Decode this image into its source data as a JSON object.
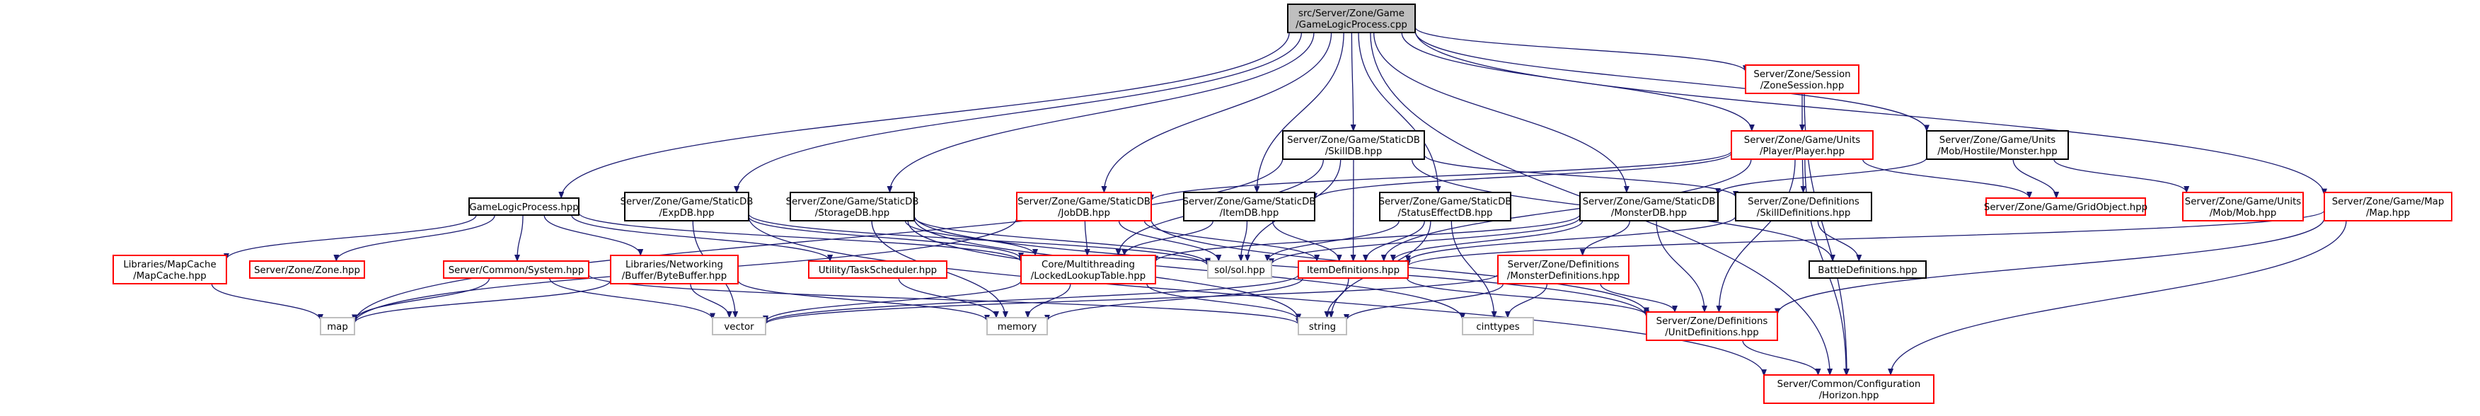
{
  "colors": {
    "edge": "#191970",
    "black_border": "#000000",
    "red_border": "#ff0000",
    "grey_border": "#bfbfbf",
    "root_fill": "#bfbfbf",
    "node_fill": "#ffffff"
  },
  "nodes": [
    {
      "id": "root",
      "lines": [
        "src/Server/Zone/Game",
        "/GameLogicProcess.cpp"
      ],
      "style": "root"
    },
    {
      "id": "glp_hpp",
      "lines": [
        "GameLogicProcess.hpp"
      ],
      "style": "black"
    },
    {
      "id": "expdb",
      "lines": [
        "Server/Zone/Game/StaticDB",
        "/ExpDB.hpp"
      ],
      "style": "black"
    },
    {
      "id": "storagedb",
      "lines": [
        "Server/Zone/Game/StaticDB",
        "/StorageDB.hpp"
      ],
      "style": "black"
    },
    {
      "id": "skilldb",
      "lines": [
        "Server/Zone/Game/StaticDB",
        "/SkillDB.hpp"
      ],
      "style": "black"
    },
    {
      "id": "zonesession",
      "lines": [
        "Server/Zone/Session",
        "/ZoneSession.hpp"
      ],
      "style": "red"
    },
    {
      "id": "player",
      "lines": [
        "Server/Zone/Game/Units",
        "/Player/Player.hpp"
      ],
      "style": "red"
    },
    {
      "id": "monster_hpp",
      "lines": [
        "Server/Zone/Game/Units",
        "/Mob/Hostile/Monster.hpp"
      ],
      "style": "black"
    },
    {
      "id": "jobdb",
      "lines": [
        "Server/Zone/Game/StaticDB",
        "/JobDB.hpp"
      ],
      "style": "red"
    },
    {
      "id": "itemdb",
      "lines": [
        "Server/Zone/Game/StaticDB",
        "/ItemDB.hpp"
      ],
      "style": "black"
    },
    {
      "id": "statuseffectdb",
      "lines": [
        "Server/Zone/Game/StaticDB",
        "/StatusEffectDB.hpp"
      ],
      "style": "black"
    },
    {
      "id": "monsterdb",
      "lines": [
        "Server/Zone/Game/StaticDB",
        "/MonsterDB.hpp"
      ],
      "style": "black"
    },
    {
      "id": "skilldefs",
      "lines": [
        "Server/Zone/Definitions",
        "/SkillDefinitions.hpp"
      ],
      "style": "black"
    },
    {
      "id": "gridobject",
      "lines": [
        "Server/Zone/Game/GridObject.hpp"
      ],
      "style": "red"
    },
    {
      "id": "mob",
      "lines": [
        "Server/Zone/Game/Units",
        "/Mob/Mob.hpp"
      ],
      "style": "red"
    },
    {
      "id": "map_hpp",
      "lines": [
        "Server/Zone/Game/Map",
        "/Map.hpp"
      ],
      "style": "red"
    },
    {
      "id": "mapcache",
      "lines": [
        "Libraries/MapCache",
        "/MapCache.hpp"
      ],
      "style": "red"
    },
    {
      "id": "zone",
      "lines": [
        "Server/Zone/Zone.hpp"
      ],
      "style": "red"
    },
    {
      "id": "system",
      "lines": [
        "Server/Common/System.hpp"
      ],
      "style": "red"
    },
    {
      "id": "bytebuffer",
      "lines": [
        "Libraries/Networking",
        "/Buffer/ByteBuffer.hpp"
      ],
      "style": "red"
    },
    {
      "id": "taskscheduler",
      "lines": [
        "Utility/TaskScheduler.hpp"
      ],
      "style": "red"
    },
    {
      "id": "lockedlookup",
      "lines": [
        "Core/Multithreading",
        "/LockedLookupTable.hpp"
      ],
      "style": "red"
    },
    {
      "id": "sol",
      "lines": [
        "sol/sol.hpp"
      ],
      "style": "grey"
    },
    {
      "id": "itemdefs",
      "lines": [
        "ItemDefinitions.hpp"
      ],
      "style": "red"
    },
    {
      "id": "monsterdefs",
      "lines": [
        "Server/Zone/Definitions",
        "/MonsterDefinitions.hpp"
      ],
      "style": "red"
    },
    {
      "id": "battledefs",
      "lines": [
        "BattleDefinitions.hpp"
      ],
      "style": "black"
    },
    {
      "id": "map_std",
      "lines": [
        "map"
      ],
      "style": "grey"
    },
    {
      "id": "vector",
      "lines": [
        "vector"
      ],
      "style": "grey"
    },
    {
      "id": "memory",
      "lines": [
        "memory"
      ],
      "style": "grey"
    },
    {
      "id": "string",
      "lines": [
        "string"
      ],
      "style": "grey"
    },
    {
      "id": "cinttypes",
      "lines": [
        "cinttypes"
      ],
      "style": "grey"
    },
    {
      "id": "unitdefs",
      "lines": [
        "Server/Zone/Definitions",
        "/UnitDefinitions.hpp"
      ],
      "style": "red"
    },
    {
      "id": "horizon",
      "lines": [
        "Server/Common/Configuration",
        "/Horizon.hpp"
      ],
      "style": "red"
    }
  ],
  "edges": [
    [
      "root",
      "glp_hpp"
    ],
    [
      "root",
      "expdb"
    ],
    [
      "root",
      "storagedb"
    ],
    [
      "root",
      "skilldb"
    ],
    [
      "root",
      "jobdb"
    ],
    [
      "root",
      "itemdb"
    ],
    [
      "root",
      "statuseffectdb"
    ],
    [
      "root",
      "monsterdb"
    ],
    [
      "root",
      "zonesession"
    ],
    [
      "root",
      "player"
    ],
    [
      "root",
      "monster_hpp"
    ],
    [
      "root",
      "map_hpp"
    ],
    [
      "root",
      "horizon"
    ],
    [
      "glp_hpp",
      "mapcache"
    ],
    [
      "glp_hpp",
      "zone"
    ],
    [
      "glp_hpp",
      "system"
    ],
    [
      "glp_hpp",
      "bytebuffer"
    ],
    [
      "glp_hpp",
      "taskscheduler"
    ],
    [
      "glp_hpp",
      "lockedlookup"
    ],
    [
      "expdb",
      "vector"
    ],
    [
      "expdb",
      "horizon"
    ],
    [
      "expdb",
      "lockedlookup"
    ],
    [
      "expdb",
      "sol"
    ],
    [
      "storagedb",
      "lockedlookup"
    ],
    [
      "storagedb",
      "sol"
    ],
    [
      "storagedb",
      "memory"
    ],
    [
      "storagedb",
      "string"
    ],
    [
      "storagedb",
      "cinttypes"
    ],
    [
      "storagedb",
      "unitdefs"
    ],
    [
      "skilldb",
      "lockedlookup"
    ],
    [
      "skilldb",
      "sol"
    ],
    [
      "skilldb",
      "map_std"
    ],
    [
      "skilldb",
      "itemdefs"
    ],
    [
      "skilldb",
      "battledefs"
    ],
    [
      "skilldb",
      "skilldefs"
    ],
    [
      "zonesession",
      "player"
    ],
    [
      "zonesession",
      "horizon"
    ],
    [
      "player",
      "jobdb"
    ],
    [
      "player",
      "itemdb"
    ],
    [
      "player",
      "gridobject"
    ],
    [
      "player",
      "skilldefs"
    ],
    [
      "player",
      "itemdefs"
    ],
    [
      "player",
      "unitdefs"
    ],
    [
      "player",
      "horizon"
    ],
    [
      "monster_hpp",
      "monsterdb"
    ],
    [
      "monster_hpp",
      "gridobject"
    ],
    [
      "monster_hpp",
      "mob"
    ],
    [
      "jobdb",
      "lockedlookup"
    ],
    [
      "jobdb",
      "sol"
    ],
    [
      "jobdb",
      "itemdefs"
    ],
    [
      "jobdb",
      "unitdefs"
    ],
    [
      "jobdb",
      "map_std"
    ],
    [
      "itemdb",
      "lockedlookup"
    ],
    [
      "itemdb",
      "sol"
    ],
    [
      "itemdb",
      "itemdefs"
    ],
    [
      "statuseffectdb",
      "sol"
    ],
    [
      "statuseffectdb",
      "string"
    ],
    [
      "statuseffectdb",
      "cinttypes"
    ],
    [
      "statuseffectdb",
      "itemdefs"
    ],
    [
      "monsterdb",
      "lockedlookup"
    ],
    [
      "monsterdb",
      "sol"
    ],
    [
      "monsterdb",
      "monsterdefs"
    ],
    [
      "monsterdb",
      "unitdefs"
    ],
    [
      "monsterdb",
      "itemdefs"
    ],
    [
      "skilldefs",
      "battledefs"
    ],
    [
      "skilldefs",
      "itemdefs"
    ],
    [
      "map_hpp",
      "itemdefs"
    ],
    [
      "map_hpp",
      "unitdefs"
    ],
    [
      "map_hpp",
      "horizon"
    ],
    [
      "mapcache",
      "map_std"
    ],
    [
      "system",
      "vector"
    ],
    [
      "system",
      "map_std"
    ],
    [
      "system",
      "string"
    ],
    [
      "bytebuffer",
      "vector"
    ],
    [
      "bytebuffer",
      "map_std"
    ],
    [
      "bytebuffer",
      "memory"
    ],
    [
      "taskscheduler",
      "memory"
    ],
    [
      "lockedlookup",
      "vector"
    ],
    [
      "lockedlookup",
      "memory"
    ],
    [
      "lockedlookup",
      "string"
    ],
    [
      "itemdefs",
      "string"
    ],
    [
      "itemdefs",
      "vector"
    ],
    [
      "itemdefs",
      "memory"
    ],
    [
      "itemdefs",
      "unitdefs"
    ],
    [
      "monsterdefs",
      "string"
    ],
    [
      "monsterdefs",
      "cinttypes"
    ],
    [
      "monsterdefs",
      "unitdefs"
    ],
    [
      "monsterdefs",
      "vector"
    ],
    [
      "unitdefs",
      "horizon"
    ]
  ]
}
